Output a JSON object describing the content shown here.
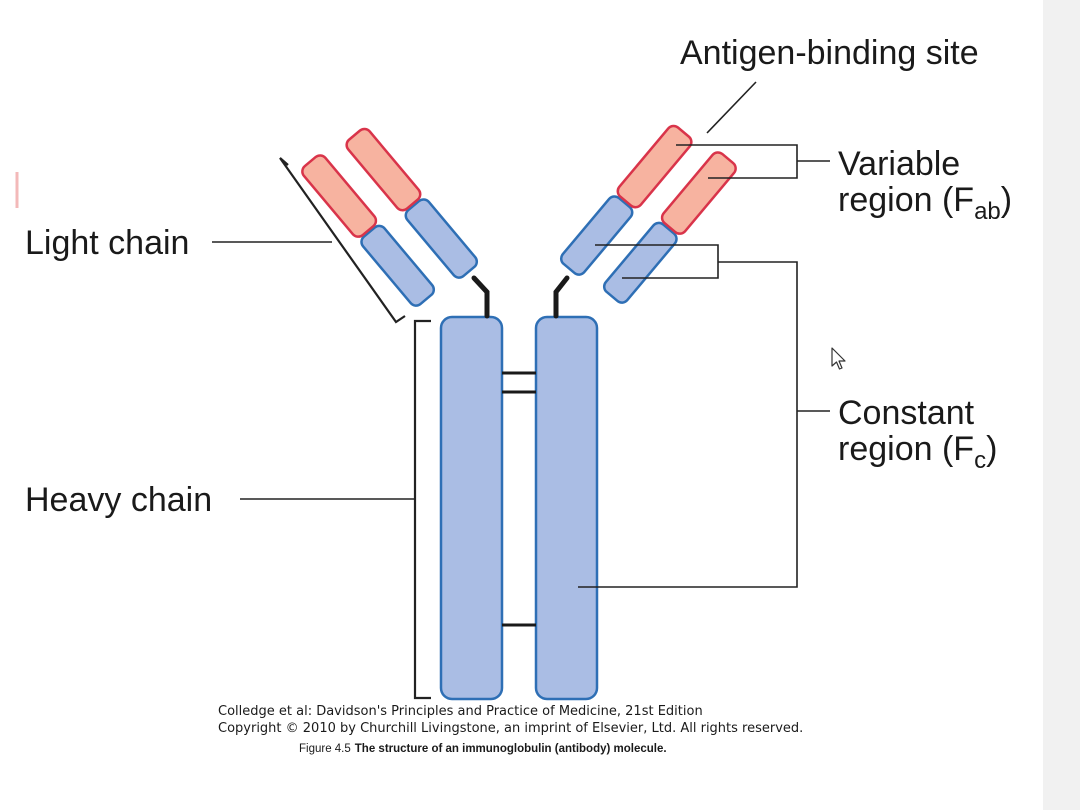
{
  "labels": {
    "antigen_binding_site": "Antigen-binding site",
    "variable_line1": "Variable",
    "variable_line2_prefix": "region (F",
    "variable_sub": "ab",
    "variable_suffix": ")",
    "light_chain": "Light chain",
    "constant_line1": "Constant",
    "constant_line2_prefix": "region (F",
    "constant_sub": "c",
    "constant_suffix": ")",
    "heavy_chain": "Heavy chain"
  },
  "credit": {
    "line1": "Colledge et al: Davidson's Principles and Practice of Medicine, 21st Edition",
    "line2": "Copyright © 2010 by Churchill Livingstone, an imprint of Elsevier, Ltd. All rights reserved."
  },
  "caption": {
    "figure_number": "Figure 4.5",
    "title": "The structure of an immunoglobulin (antibody) molecule."
  },
  "colors": {
    "domain_blue_fill": "#aabde4",
    "domain_blue_stroke": "#2e6fb5",
    "domain_red_fill": "#f7b3a0",
    "domain_red_stroke": "#d9344a"
  },
  "icons": {
    "cursor": "mouse-pointer-icon"
  }
}
